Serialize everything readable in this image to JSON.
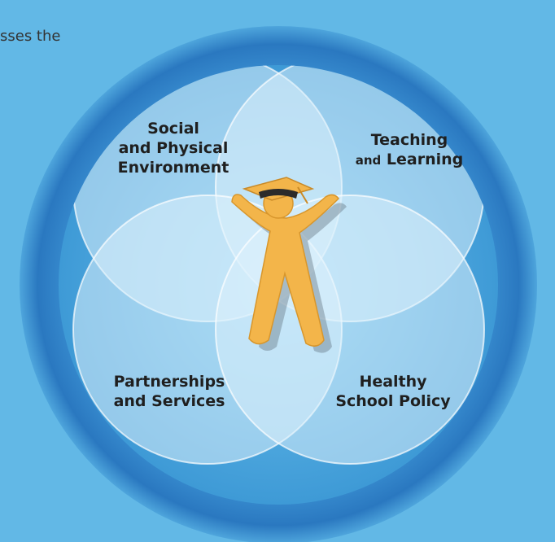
{
  "corner_text": "sses the",
  "quadrants": {
    "top_left": {
      "line1": "Social",
      "line2": "and Physical",
      "line3": "Environment"
    },
    "top_right": {
      "line1": "Teaching",
      "line2_prefix": "and",
      "line2_main": "Learning"
    },
    "bottom_left": {
      "line1": "Partnerships",
      "line2": "and Services"
    },
    "bottom_right": {
      "line1": "Healthy",
      "line2": "School Policy"
    }
  },
  "colors": {
    "background": "#62b8e6",
    "outer_ring": "#2f80c6",
    "petal": "#e8f5fc",
    "figure": "#f3b54a",
    "cap": "#f3b54a"
  },
  "icons": {
    "center": "graduate-figure-icon"
  }
}
